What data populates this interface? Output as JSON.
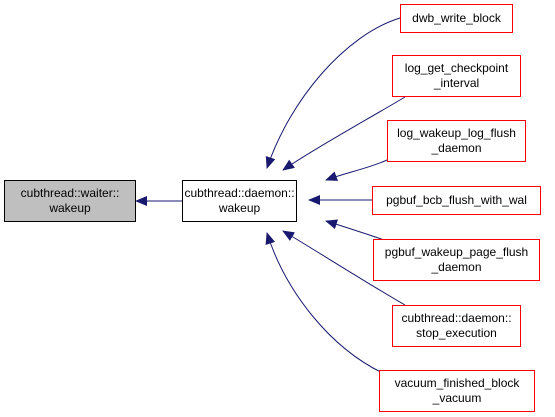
{
  "colors": {
    "background": "#ffffff",
    "focus_node_fill": "#bfbfbf",
    "node_border": "#000000",
    "caller_border": "#ff0000",
    "edge": "#191970",
    "text": "#000000"
  },
  "nodes": [
    {
      "id": "waiter_wakeup",
      "kind": "focus",
      "lines": [
        "cubthread::waiter::",
        "wakeup"
      ]
    },
    {
      "id": "daemon_wakeup",
      "kind": "normal",
      "lines": [
        "cubthread::daemon::",
        "wakeup"
      ]
    },
    {
      "id": "dwb_write_block",
      "kind": "caller",
      "lines": [
        "dwb_write_block"
      ]
    },
    {
      "id": "log_get_checkpoint_interval",
      "kind": "caller",
      "lines": [
        "log_get_checkpoint",
        "_interval"
      ]
    },
    {
      "id": "log_wakeup_log_flush_daemon",
      "kind": "caller",
      "lines": [
        "log_wakeup_log_flush",
        "_daemon"
      ]
    },
    {
      "id": "pgbuf_bcb_flush_with_wal",
      "kind": "caller",
      "lines": [
        "pgbuf_bcb_flush_with_wal"
      ]
    },
    {
      "id": "pgbuf_wakeup_page_flush_daemon",
      "kind": "caller",
      "lines": [
        "pgbuf_wakeup_page_flush",
        "_daemon"
      ]
    },
    {
      "id": "daemon_stop_execution",
      "kind": "caller",
      "lines": [
        "cubthread::daemon::",
        "stop_execution"
      ]
    },
    {
      "id": "vacuum_finished_block_vacuum",
      "kind": "caller",
      "lines": [
        "vacuum_finished_block",
        "_vacuum"
      ]
    }
  ],
  "edges": [
    {
      "from": "daemon_wakeup",
      "to": "waiter_wakeup"
    },
    {
      "from": "dwb_write_block",
      "to": "daemon_wakeup"
    },
    {
      "from": "log_get_checkpoint_interval",
      "to": "daemon_wakeup"
    },
    {
      "from": "log_wakeup_log_flush_daemon",
      "to": "daemon_wakeup"
    },
    {
      "from": "pgbuf_bcb_flush_with_wal",
      "to": "daemon_wakeup"
    },
    {
      "from": "pgbuf_wakeup_page_flush_daemon",
      "to": "daemon_wakeup"
    },
    {
      "from": "daemon_stop_execution",
      "to": "daemon_wakeup"
    },
    {
      "from": "vacuum_finished_block_vacuum",
      "to": "daemon_wakeup"
    }
  ]
}
